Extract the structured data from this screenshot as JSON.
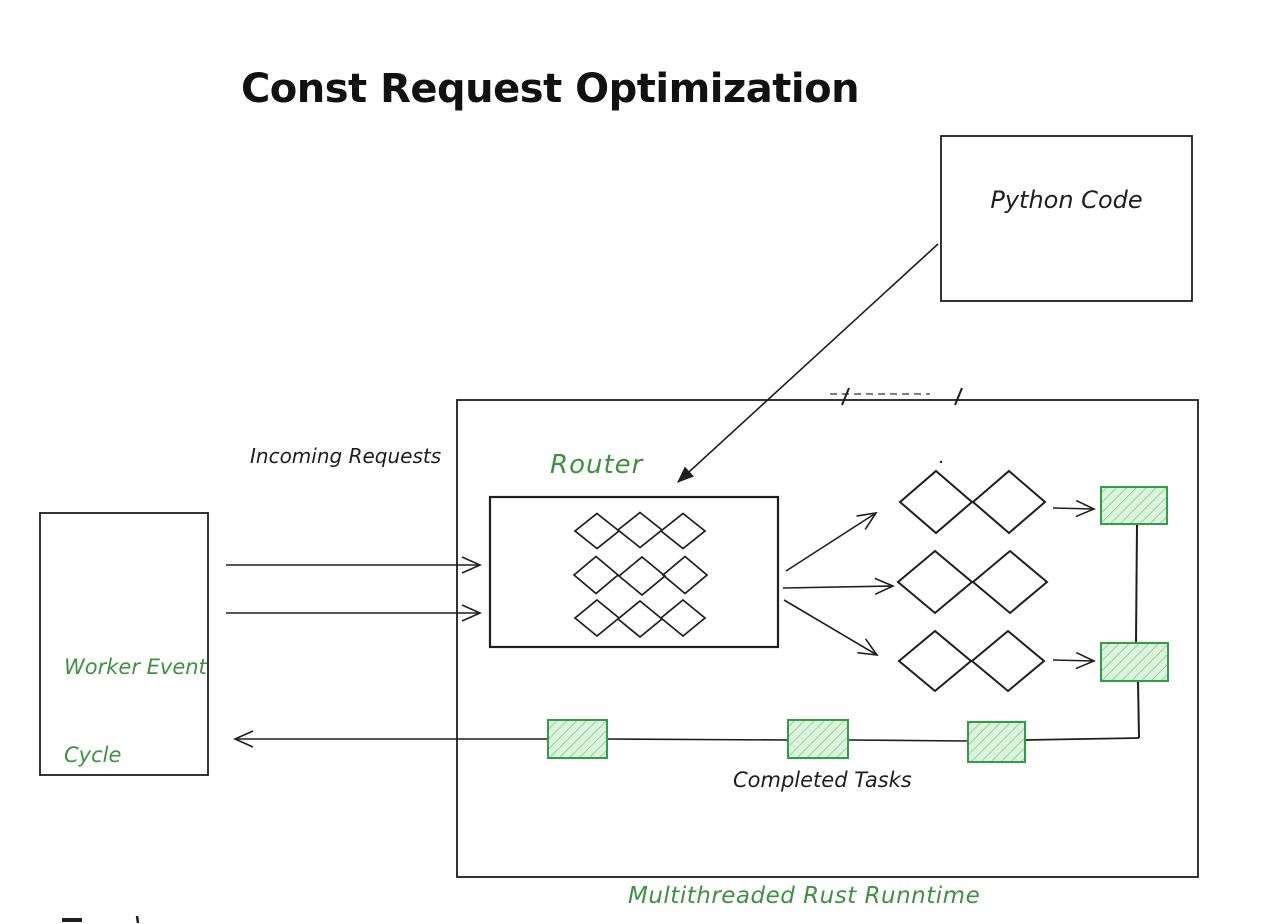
{
  "title": "Const Request Optimization",
  "colors": {
    "ink": "#1e1e1e",
    "green": "#3f9142",
    "green_border": "#2f9e44",
    "green_fill": "#dcf3de",
    "green_hatch": "#86c98a",
    "faint": "#555555"
  },
  "nodes": {
    "python_code": {
      "label": "Python Code"
    },
    "worker_event_cycle": {
      "label_line1": "Worker Event",
      "label_line2": "Cycle"
    },
    "router": {
      "label": "Router"
    }
  },
  "labels": {
    "incoming_requests": "Incoming Requests",
    "completed_tasks": "Completed Tasks",
    "runtime": "Multithreaded Rust Runntime"
  }
}
